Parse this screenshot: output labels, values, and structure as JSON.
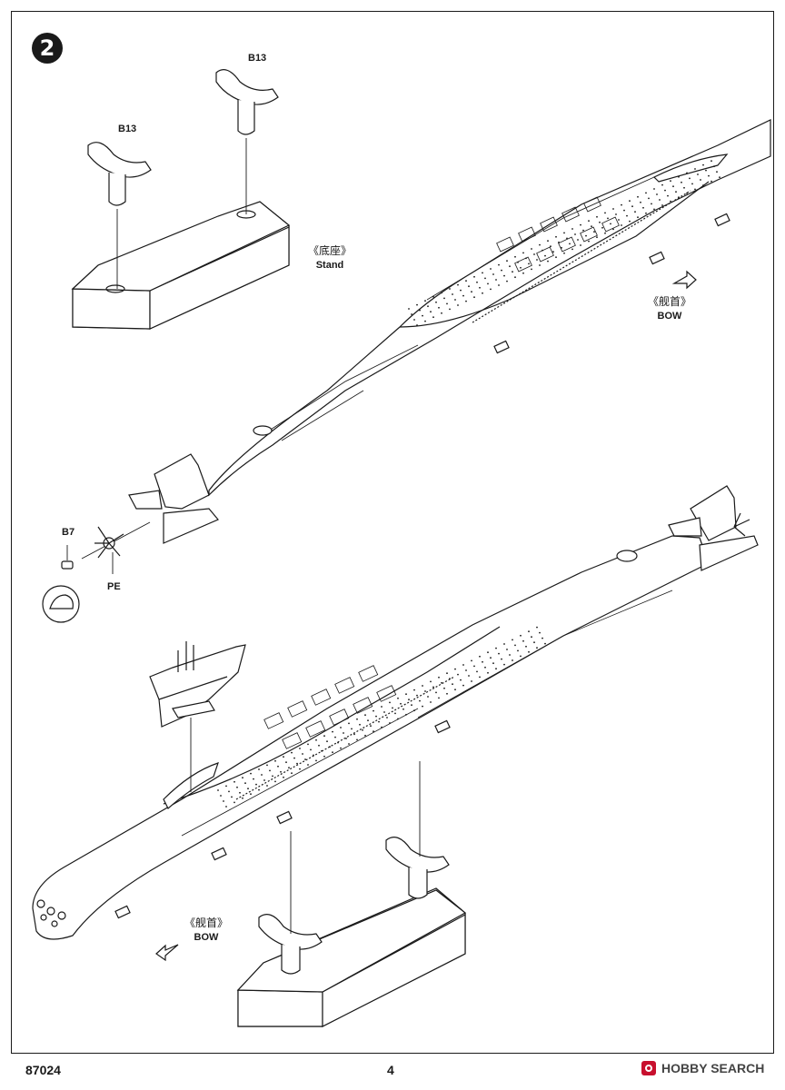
{
  "step": {
    "number": "2"
  },
  "labels": {
    "b13_left": "B13",
    "b13_right": "B13",
    "b7": "B7",
    "pe": "PE"
  },
  "callouts": {
    "stand": {
      "cn": "《底座》",
      "en": "Stand"
    },
    "bow_top": {
      "cn": "《舰首》",
      "en": "BOW"
    },
    "bow_bottom": {
      "cn": "《舰首》",
      "en": "BOW"
    }
  },
  "footer": {
    "product_code": "87024",
    "page_number": "4",
    "watermark": "HOBBY SEARCH"
  }
}
